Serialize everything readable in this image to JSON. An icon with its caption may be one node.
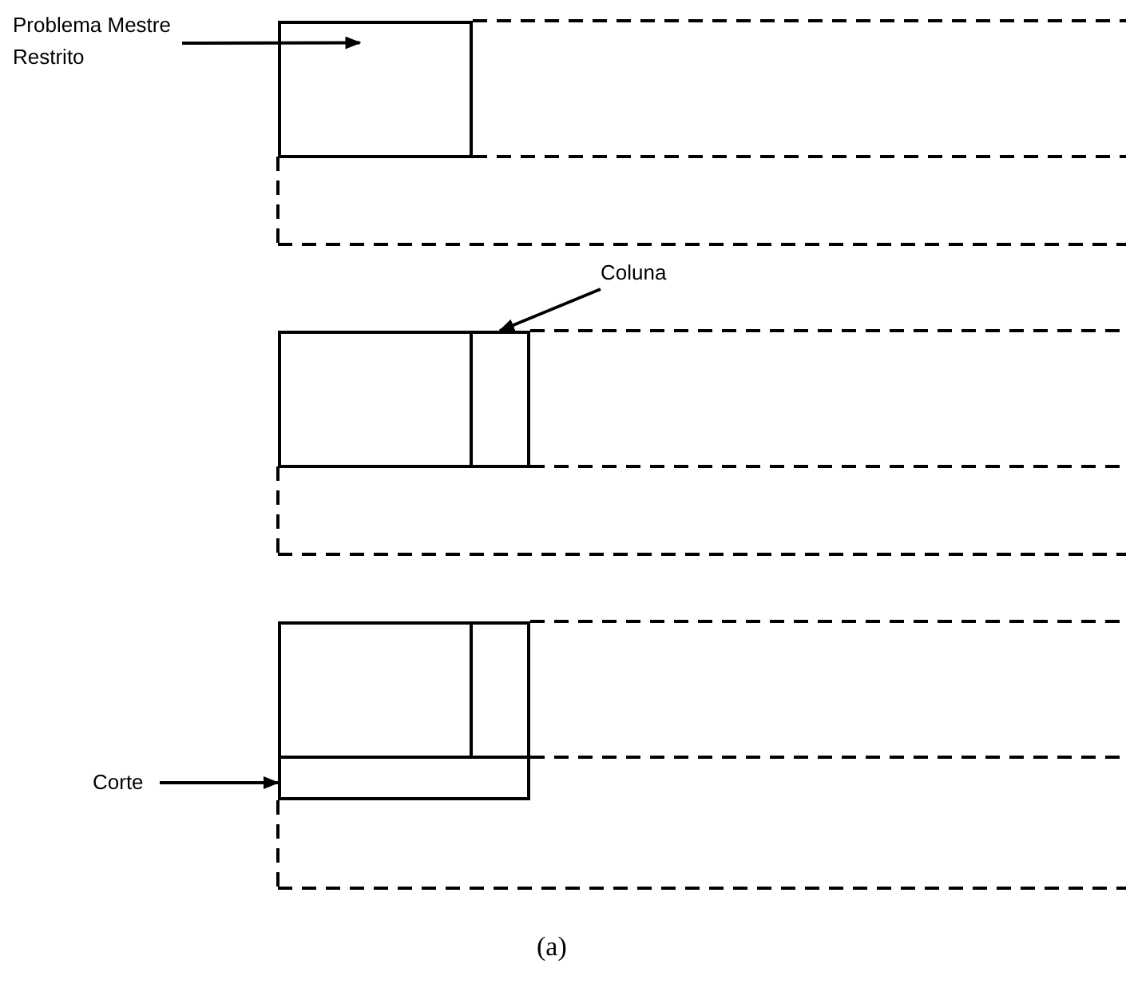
{
  "diagram": {
    "caption": "(a)",
    "nodes": [
      {
        "text": [
          "Problema Mestre Restrito"
        ]
      },
      {
        "text": [],
        "shape": "box"
      },
      {
        "text": [
          "Coluna"
        ]
      },
      {
        "text": [],
        "shape": "box"
      },
      {
        "text": [],
        "shape": "box"
      },
      {
        "text": [],
        "shape": "box"
      },
      {
        "text": [],
        "shape": "box"
      },
      {
        "text": [],
        "shape": "box"
      },
      {
        "text": [
          "Corte"
        ]
      }
    ],
    "edges": [
      {
        "from": 0,
        "to": 1,
        "arrow": "to"
      },
      {
        "from": 2,
        "to": 4,
        "arrow": "to"
      },
      {
        "from": 8,
        "to": 7,
        "arrow": "to"
      }
    ]
  }
}
